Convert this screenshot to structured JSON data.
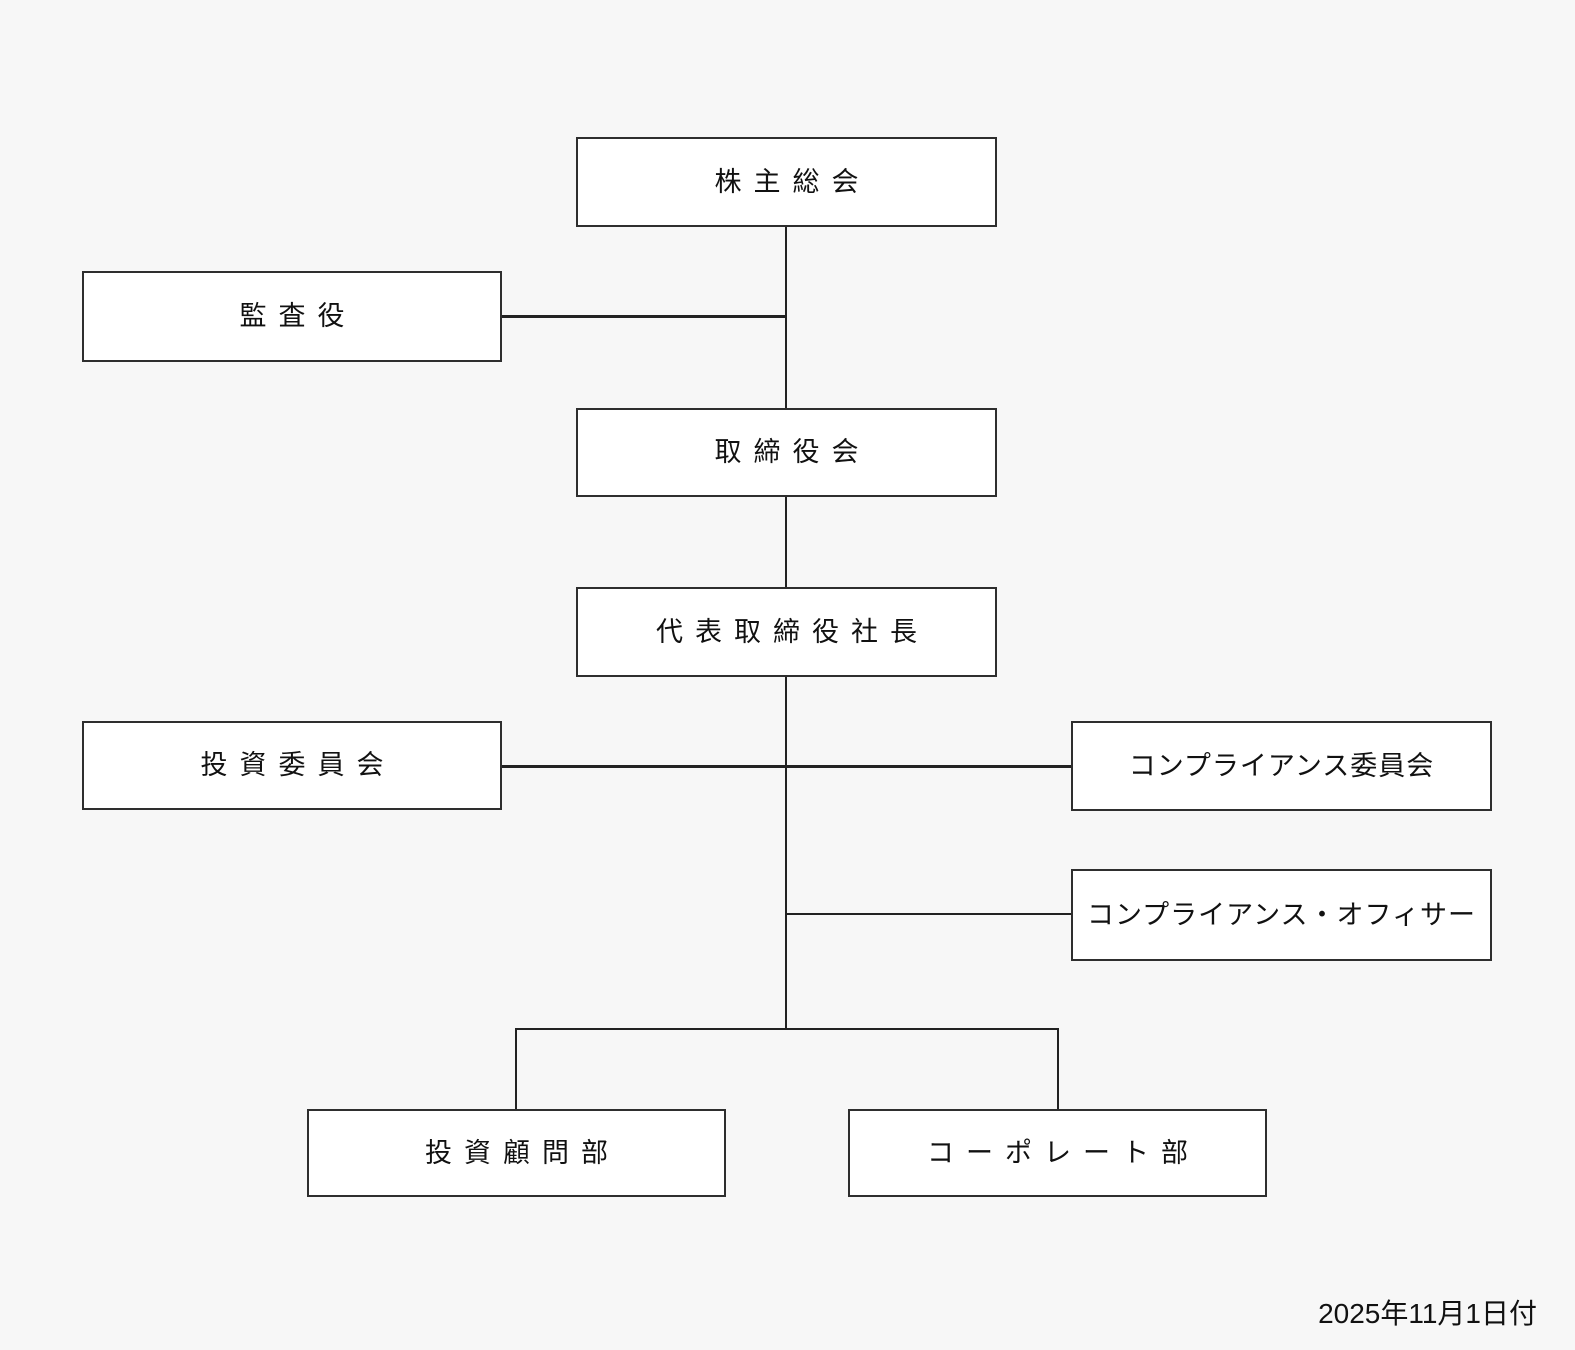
{
  "page": {
    "background_color": "#f7f7f7",
    "date_label": "2025年11月1日付"
  },
  "org_chart": {
    "type": "org-hierarchy",
    "colors": {
      "box_fill": "#ffffff",
      "box_border": "#2e2e2e",
      "connector_line": "#222222",
      "text": "#111111"
    },
    "nodes": [
      {
        "id": "shareholders-meeting",
        "label": "株主総会"
      },
      {
        "id": "auditor",
        "label": "監査役"
      },
      {
        "id": "board-of-directors",
        "label": "取締役会"
      },
      {
        "id": "representative-president",
        "label": "代表取締役社長"
      },
      {
        "id": "investment-committee",
        "label": "投資委員会"
      },
      {
        "id": "compliance-committee",
        "label": "コンプライアンス委員会"
      },
      {
        "id": "compliance-officer",
        "label": "コンプライアンス・オフィサー"
      },
      {
        "id": "investment-advisory-dept",
        "label": "投資顧問部"
      },
      {
        "id": "corporate-dept",
        "label": "コーポレート部"
      }
    ],
    "edges": [
      {
        "from": "shareholders-meeting",
        "to": "board-of-directors"
      },
      {
        "from": "auditor",
        "to": "shareholders-meeting–board-of-directors-line",
        "style": "side-attach"
      },
      {
        "from": "board-of-directors",
        "to": "representative-president"
      },
      {
        "from": "representative-president",
        "to": "investment-committee",
        "style": "side-attach"
      },
      {
        "from": "representative-president",
        "to": "compliance-committee",
        "style": "side-attach"
      },
      {
        "from": "representative-president",
        "to": "compliance-officer",
        "style": "side-attach"
      },
      {
        "from": "representative-president",
        "to": "investment-advisory-dept"
      },
      {
        "from": "representative-president",
        "to": "corporate-dept"
      }
    ]
  }
}
